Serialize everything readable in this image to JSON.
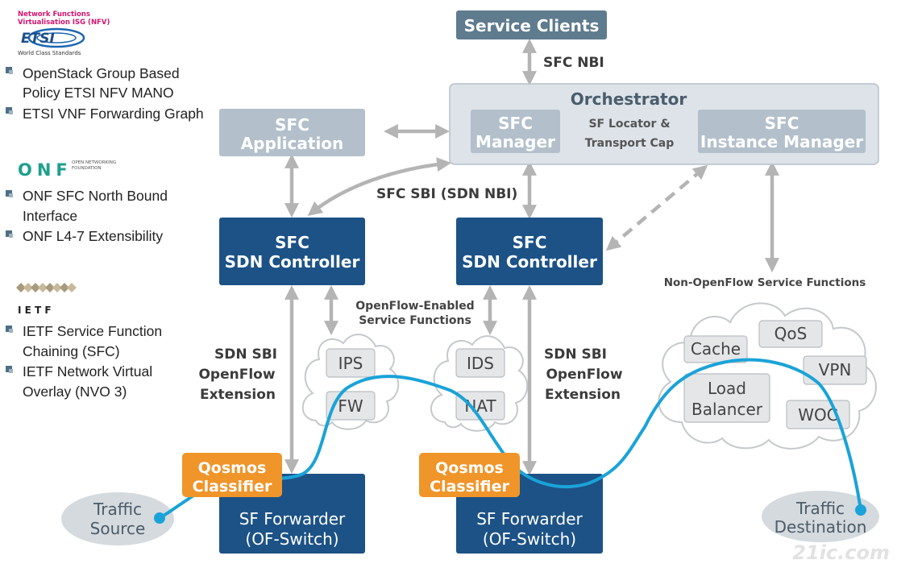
{
  "sidebar": {
    "etsi": {
      "title_line1": "Network Functions",
      "title_line2": "Virtualisation ISG (NFV)",
      "logo_text": "ETSI",
      "tagline": "World Class Standards",
      "items": [
        {
          "line1": "OpenStack Group Based",
          "line2": "Policy ETSI NFV MANO"
        },
        {
          "line1": "ETSI VNF Forwarding Graph",
          "line2": ""
        }
      ]
    },
    "onf": {
      "logo_text": "ONF",
      "name_line1": "OPEN NETWORKING",
      "name_line2": "FOUNDATION",
      "items": [
        {
          "line1": "ONF SFC North Bound",
          "line2": "Interface"
        },
        {
          "line1": "ONF L4-7 Extensibility",
          "line2": ""
        }
      ]
    },
    "ietf": {
      "logo_text": "I E T F",
      "items": [
        {
          "line1": "IETF Service Function",
          "line2": "Chaining (SFC)"
        },
        {
          "line1": "IETF Network Virtual",
          "line2": "Overlay (NVO 3)"
        }
      ]
    }
  },
  "diagram": {
    "service_clients": "Service Clients",
    "sfc_nbi": "SFC NBI",
    "orchestrator": "Orchestrator",
    "sfc_manager": {
      "line1": "SFC",
      "line2": "Manager"
    },
    "sf_locator": {
      "line1": "SF Locator &",
      "line2": "Transport Cap"
    },
    "sfc_instance_manager": {
      "line1": "SFC",
      "line2": "Instance Manager"
    },
    "sfc_application": {
      "line1": "SFC",
      "line2": "Application"
    },
    "sfc_sbi": "SFC SBI (SDN NBI)",
    "controller_left": {
      "line1": "SFC",
      "line2": "SDN Controller"
    },
    "controller_right": {
      "line1": "SFC",
      "line2": "SDN Controller"
    },
    "non_openflow": "Non-OpenFlow Service Functions",
    "openflow_enabled": {
      "line1": "OpenFlow-Enabled",
      "line2": "Service Functions"
    },
    "sdn_sbi_left": {
      "line1": "SDN SBI",
      "line2": "OpenFlow",
      "line3": "Extension"
    },
    "sdn_sbi_right": {
      "line1": "SDN SBI",
      "line2": "OpenFlow",
      "line3": "Extension"
    },
    "sf_ips": "IPS",
    "sf_fw": "FW",
    "sf_ids": "IDS",
    "sf_nat": "NAT",
    "sf_cache": "Cache",
    "sf_qos": "QoS",
    "sf_vpn": "VPN",
    "sf_load_balancer": {
      "line1": "Load",
      "line2": "Balancer"
    },
    "sf_woc": "WOC",
    "classifier_left": {
      "line1": "Qosmos",
      "line2": "Classifier"
    },
    "classifier_right": {
      "line1": "Qosmos",
      "line2": "Classifier"
    },
    "forwarder_left": {
      "line1": "SF Forwarder",
      "line2": "(OF-Switch)"
    },
    "forwarder_right": {
      "line1": "SF Forwarder",
      "line2": "(OF-Switch)"
    },
    "traffic_source": {
      "line1": "Traffic",
      "line2": "Source"
    },
    "traffic_destination": {
      "line1": "Traffic",
      "line2": "Destination"
    }
  },
  "watermark": "21ic.com",
  "colors": {
    "dark_blue": "#1c5286",
    "light_box": "#b3c0cb",
    "orchestrator_bg": "#dde3e8",
    "orange": "#f0952a",
    "arrow_gray": "#b4b4b4",
    "traffic_line": "#1aa3d8",
    "sf_box": "#e4e6e8",
    "cloud_stroke": "#c5c9cc"
  }
}
